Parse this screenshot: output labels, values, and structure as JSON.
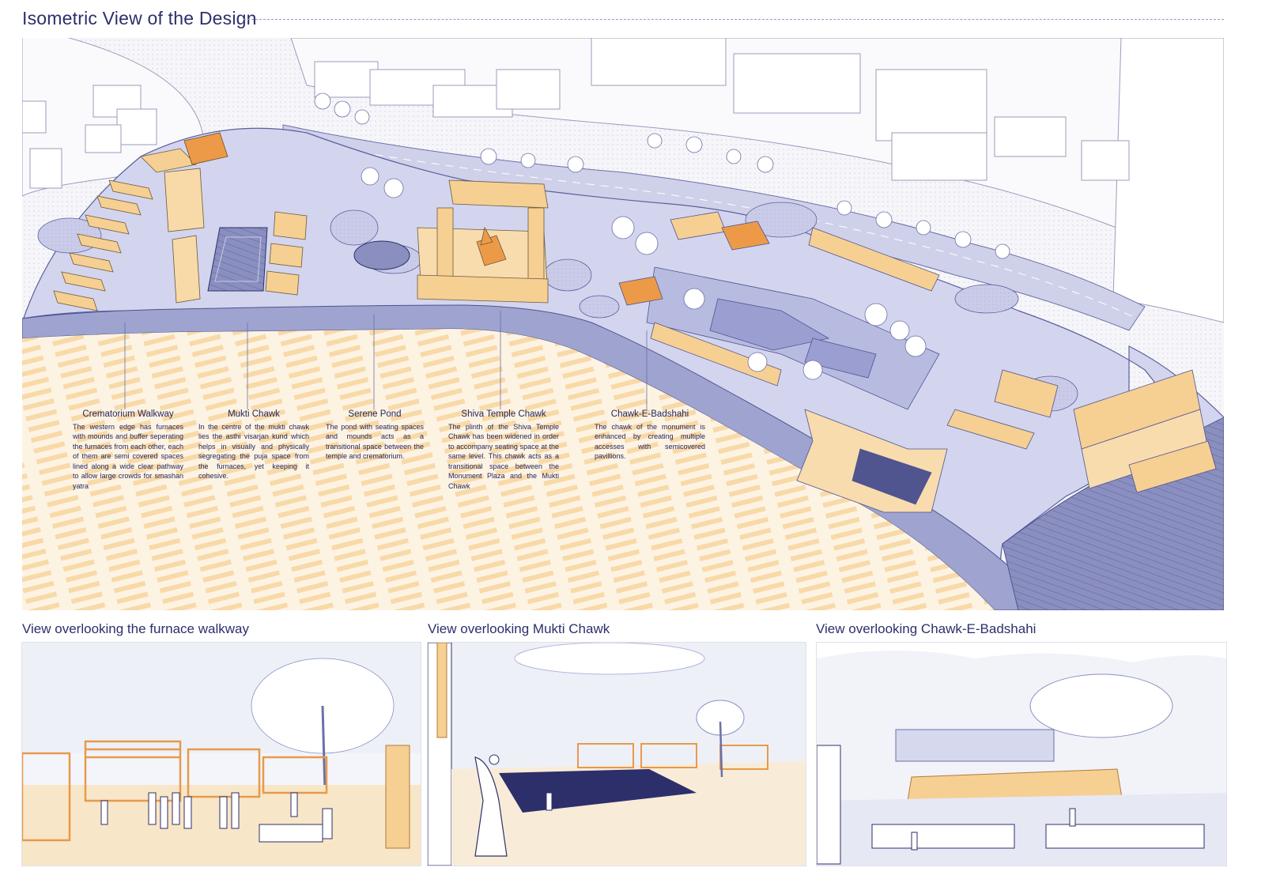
{
  "page_title": "Isometric View of the Design",
  "colors": {
    "navy": "#2d2f6b",
    "lavender": "#c3c6e6",
    "lavender_dark": "#8f93c4",
    "ochre": "#f5c98a",
    "ochre_light": "#fbe7c8",
    "orange": "#e79a4b",
    "grey_block": "#f2f2f5"
  },
  "annotations": [
    {
      "title": "Crematorium Walkway",
      "body": "The western edge has furnaces with mounds and buffer seperating the furnaces from each other, each of them are semi covered spaces lined along a wide clear pathway to allow large crowds for smashan yatra"
    },
    {
      "title": "Mukti Chawk",
      "body": "In the centre of the mukti chawk lies the asthi visarjan kund which helps in visually and physically segregating the puja space from the furnaces, yet keeping it cohesive."
    },
    {
      "title": "Serene Pond",
      "body": "The pond with seating spaces and mounds acts as a transitional space between the temple and crematorium."
    },
    {
      "title": "Shiva Temple Chawk",
      "body": "The plinth of the Shiva Temple Chawk has been widened in order to accompany seating space at the same level. This chawk acts as a transitional space between the Monument Plaza and the Mukti Chawk"
    },
    {
      "title": "Chawk-E-Badshahi",
      "body": "The chawk of the monument is enhanced by creating multiple accesses with semicovered pavillions."
    }
  ],
  "views": [
    {
      "title": "View overlooking the furnace walkway"
    },
    {
      "title": "View overlooking Mukti Chawk"
    },
    {
      "title": "View overlooking Chawk-E-Badshahi"
    }
  ]
}
